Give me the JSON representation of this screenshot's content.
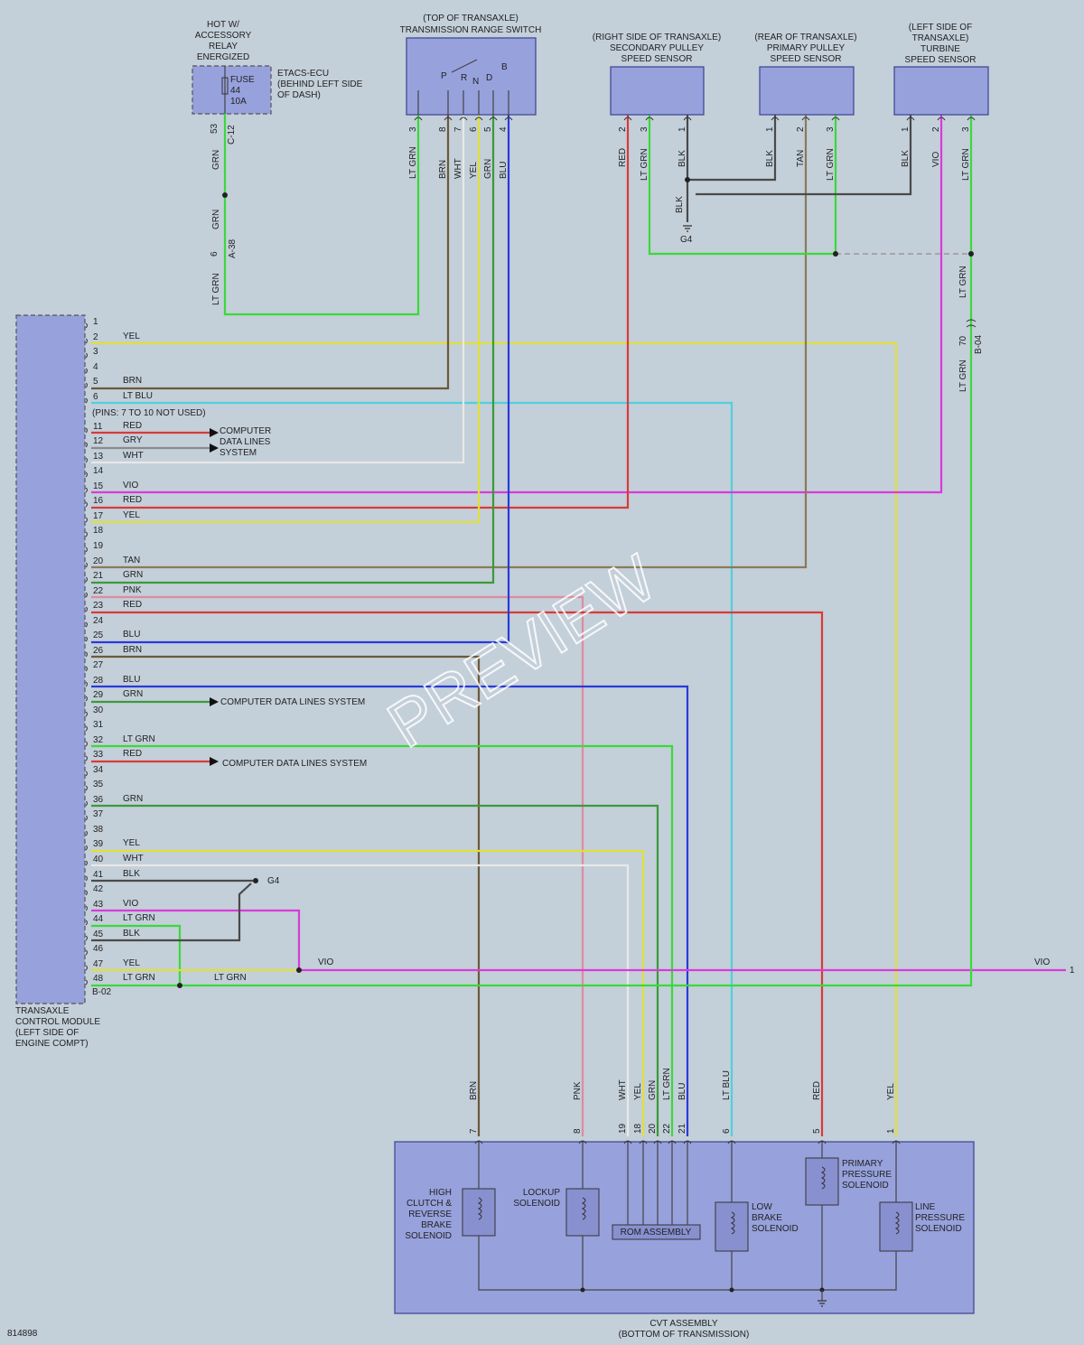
{
  "colors": {
    "YEL": "#e0e03a",
    "BRN": "#6b5a3a",
    "LT BLU": "#4fd0dc",
    "RED": "#d93a3a",
    "GRY": "#8a8a8a",
    "WHT": "#e8e8e8",
    "VIO": "#d93ad9",
    "TAN": "#8a7a5a",
    "GRN": "#3a9a3a",
    "PNK": "#e08aa0",
    "BLU": "#2a3ad9",
    "LT GRN": "#3ad93a",
    "BLK": "#4a4a4a",
    "background": "#c3cfd9",
    "component": "#97a1dc"
  },
  "fuse_block": {
    "header": [
      "HOT W/",
      "ACCESSORY",
      "RELAY",
      "ENERGIZED"
    ],
    "fuse": [
      "FUSE",
      "44",
      "10A"
    ],
    "location": [
      "ETACS-ECU",
      "(BEHIND LEFT SIDE",
      "OF DASH)"
    ],
    "conn_c12": "C-12",
    "pin_53": "53",
    "wire_grn": "GRN",
    "wire_grn2": "GRN",
    "conn_a38": "A-38",
    "pin_6": "6",
    "wire_ltgrn": "LT GRN"
  },
  "trs": {
    "title": [
      "(TOP OF TRANSAXLE)",
      "TRANSMISSION RANGE SWITCH"
    ],
    "positions": [
      "P",
      "R",
      "N",
      "D",
      "B"
    ],
    "pins": [
      "3",
      "8",
      "7",
      "6",
      "5",
      "4"
    ],
    "wires": [
      "LT GRN",
      "BRN",
      "WHT",
      "YEL",
      "GRN",
      "BLU"
    ]
  },
  "sec_sensor": {
    "title": [
      "(RIGHT SIDE OF TRANSAXLE)",
      "SECONDARY PULLEY",
      "SPEED SENSOR"
    ],
    "pins": [
      "2",
      "3",
      "1"
    ],
    "wires": [
      "RED",
      "LT GRN",
      "BLK"
    ]
  },
  "pri_sensor": {
    "title": [
      "(REAR OF TRANSAXLE)",
      "PRIMARY PULLEY",
      "SPEED SENSOR"
    ],
    "pins": [
      "1",
      "2",
      "3"
    ],
    "wires": [
      "BLK",
      "TAN",
      "LT GRN"
    ]
  },
  "tur_sensor": {
    "title": [
      "(LEFT SIDE OF",
      "TRANSAXLE)",
      "TURBINE",
      "SPEED SENSOR"
    ],
    "pins": [
      "1",
      "2",
      "3"
    ],
    "wires": [
      "BLK",
      "VIO",
      "LT GRN"
    ]
  },
  "ground_top": {
    "wire": "BLK",
    "label": "G4"
  },
  "b04": {
    "wire_top": "LT GRN",
    "pin": "70",
    "conn": "B-04",
    "wire_bottom": "LT GRN"
  },
  "tcm": {
    "label": [
      "TRANSAXLE",
      "CONTROL MODULE",
      "(LEFT SIDE OF",
      "ENGINE COMPT)"
    ],
    "conn": "B-02",
    "pins_unused_note": "(PINS: 7 TO 10 NOT USED)",
    "pins": [
      {
        "n": "1",
        "w": ""
      },
      {
        "n": "2",
        "w": "YEL"
      },
      {
        "n": "3",
        "w": ""
      },
      {
        "n": "4",
        "w": ""
      },
      {
        "n": "5",
        "w": "BRN"
      },
      {
        "n": "6",
        "w": "LT BLU"
      },
      {
        "n": "11",
        "w": "RED"
      },
      {
        "n": "12",
        "w": "GRY"
      },
      {
        "n": "13",
        "w": "WHT"
      },
      {
        "n": "14",
        "w": ""
      },
      {
        "n": "15",
        "w": "VIO"
      },
      {
        "n": "16",
        "w": "RED"
      },
      {
        "n": "17",
        "w": "YEL"
      },
      {
        "n": "18",
        "w": ""
      },
      {
        "n": "19",
        "w": ""
      },
      {
        "n": "20",
        "w": "TAN"
      },
      {
        "n": "21",
        "w": "GRN"
      },
      {
        "n": "22",
        "w": "PNK"
      },
      {
        "n": "23",
        "w": "RED"
      },
      {
        "n": "24",
        "w": ""
      },
      {
        "n": "25",
        "w": "BLU"
      },
      {
        "n": "26",
        "w": "BRN"
      },
      {
        "n": "27",
        "w": ""
      },
      {
        "n": "28",
        "w": "BLU"
      },
      {
        "n": "29",
        "w": "GRN"
      },
      {
        "n": "30",
        "w": ""
      },
      {
        "n": "31",
        "w": ""
      },
      {
        "n": "32",
        "w": "LT GRN"
      },
      {
        "n": "33",
        "w": "RED"
      },
      {
        "n": "34",
        "w": ""
      },
      {
        "n": "35",
        "w": ""
      },
      {
        "n": "36",
        "w": "GRN"
      },
      {
        "n": "37",
        "w": ""
      },
      {
        "n": "38",
        "w": ""
      },
      {
        "n": "39",
        "w": "YEL"
      },
      {
        "n": "40",
        "w": "WHT"
      },
      {
        "n": "41",
        "w": "BLK"
      },
      {
        "n": "42",
        "w": ""
      },
      {
        "n": "43",
        "w": "VIO"
      },
      {
        "n": "44",
        "w": "LT GRN"
      },
      {
        "n": "45",
        "w": "BLK"
      },
      {
        "n": "46",
        "w": ""
      },
      {
        "n": "47",
        "w": "YEL"
      },
      {
        "n": "48",
        "w": "LT GRN"
      }
    ]
  },
  "data_lines_1": [
    "COMPUTER",
    "DATA LINES",
    "SYSTEM"
  ],
  "data_lines_2": "COMPUTER DATA LINES SYSTEM",
  "data_lines_3": "COMPUTER DATA LINES SYSTEM",
  "ground_g4": "G4",
  "vio_left": "VIO",
  "vio_right": "VIO",
  "vio_pin": "1",
  "ltgrn_mid": "LT GRN",
  "cvt": {
    "title": [
      "CVT ASSEMBLY",
      "(BOTTOM OF TRANSMISSION)"
    ],
    "pins": [
      "7",
      "8",
      "19",
      "18",
      "20",
      "22",
      "21",
      "6",
      "5",
      "1"
    ],
    "wires": [
      "BRN",
      "PNK",
      "WHT",
      "YEL",
      "GRN",
      "LT GRN",
      "BLU",
      "LT BLU",
      "RED",
      "YEL"
    ],
    "hc_solenoid": [
      "HIGH",
      "CLUTCH &",
      "REVERSE",
      "BRAKE",
      "SOLENOID"
    ],
    "lockup": [
      "LOCKUP",
      "SOLENOID"
    ],
    "rom": "ROM ASSEMBLY",
    "low_brake": [
      "LOW",
      "BRAKE",
      "SOLENOID"
    ],
    "primary": [
      "PRIMARY",
      "PRESSURE",
      "SOLENOID"
    ],
    "line": [
      "LINE",
      "PRESSURE",
      "SOLENOID"
    ]
  },
  "figure_id": "814898",
  "watermark": "PREVIEW"
}
